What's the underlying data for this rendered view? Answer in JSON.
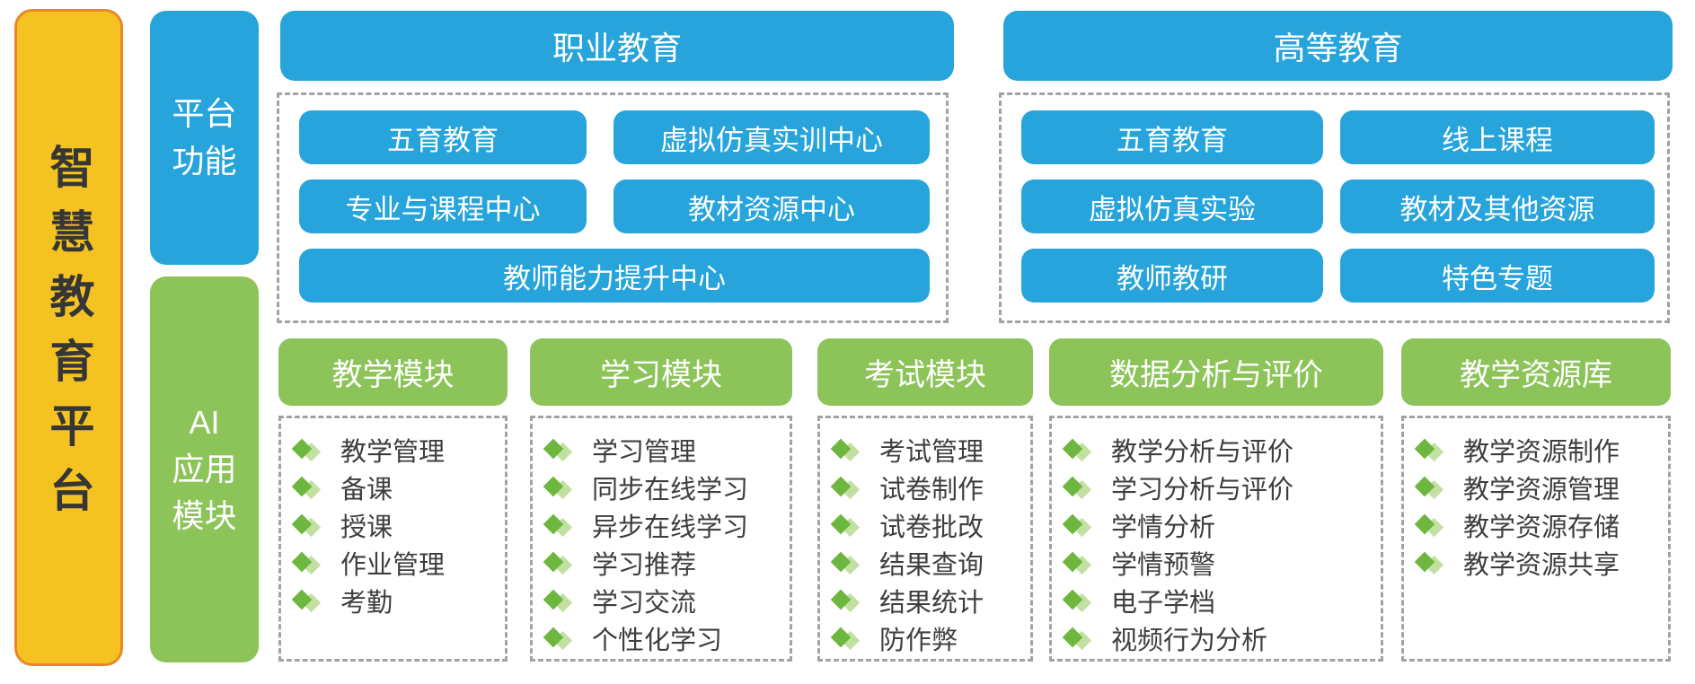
{
  "colors": {
    "blue": "#26A4DB",
    "green": "#8CC45A",
    "yellow": "#F4C322",
    "yellow_border": "#E8872A",
    "diamond_dark": "#6EB73E",
    "diamond_light": "#C3E0A3",
    "dash_gray": "#A2A2A2"
  },
  "platform_title": "智慧教育平台",
  "sections": {
    "platform_functions": {
      "label": "平台\n功能",
      "vocational": {
        "title": "职业教育",
        "pills": [
          "五育教育",
          "虚拟仿真实训中心",
          "专业与课程中心",
          "教材资源中心",
          "教师能力提升中心"
        ]
      },
      "higher": {
        "title": "高等教育",
        "pills": [
          "五育教育",
          "线上课程",
          "虚拟仿真实验",
          "教材及其他资源",
          "教师教研",
          "特色专题"
        ]
      }
    },
    "ai_modules": {
      "label": "AI\n应用\n模块",
      "columns": [
        {
          "title": "教学模块",
          "items": [
            "教学管理",
            "备课",
            "授课",
            "作业管理",
            "考勤"
          ]
        },
        {
          "title": "学习模块",
          "items": [
            "学习管理",
            "同步在线学习",
            "异步在线学习",
            "学习推荐",
            "学习交流",
            "个性化学习"
          ]
        },
        {
          "title": "考试模块",
          "items": [
            "考试管理",
            "试卷制作",
            "试卷批改",
            "结果查询",
            "结果统计",
            "防作弊"
          ]
        },
        {
          "title": "数据分析与评价",
          "items": [
            "教学分析与评价",
            "学习分析与评价",
            "学情分析",
            "学情预警",
            "电子学档",
            "视频行为分析"
          ]
        },
        {
          "title": "教学资源库",
          "items": [
            "教学资源制作",
            "教学资源管理",
            "教学资源存储",
            "教学资源共享"
          ]
        }
      ]
    }
  }
}
